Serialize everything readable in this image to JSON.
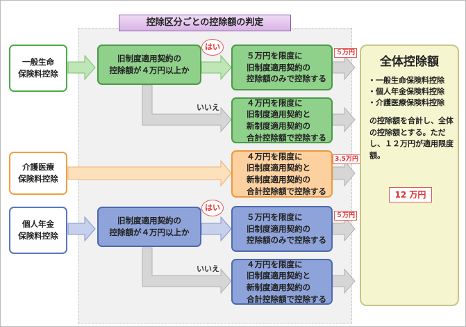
{
  "title": "控除区分ごとの控除額の判定",
  "categories": {
    "general": "一般生命\n保険料控除",
    "care": "介護医療\n保険料控除",
    "pension": "個人年金\n保険料控除"
  },
  "conditions": {
    "general": "旧制度適用契約の\n控除額が４万円以上か",
    "pension": "旧制度適用契約の\n控除額が４万円以上か"
  },
  "results": {
    "general_yes": "５万円を限度に\n旧制度適用契約の\n控除額のみで控除する",
    "general_no": "４万円を限度に\n旧制度適用契約と\n新制度適用契約の\n合計控除額で控除する",
    "care": "４万円を限度に\n旧制度適用契約と\n新制度適用契約の\n合計控除額で控除する",
    "pension_yes": "５万円を限度に\n旧制度適用契約の\n控除額のみで控除する",
    "pension_no": "４万円を限度に\n旧制度適用契約と\n新制度適用契約の\n合計控除額で控除する"
  },
  "labels": {
    "yes": "はい",
    "no": "いいえ"
  },
  "limits": {
    "general": "５万円",
    "care": "3.5万円",
    "pension": "５万円"
  },
  "total": {
    "title": "全体控除額",
    "items": [
      "・一般生命保険料控除",
      "・個人年金保険料控除",
      "・介護医療保険料控除"
    ],
    "description": "の控除額を合計し、全体の控除額とする。ただし、１２万円が適用限度額。",
    "amount": "12 万円"
  },
  "colors": {
    "green": "#8fd08a",
    "orange": "#fdd0a0",
    "blue": "#8ea3d9",
    "total_bg": "#f5f5cf",
    "accent_red": "#e03030"
  }
}
